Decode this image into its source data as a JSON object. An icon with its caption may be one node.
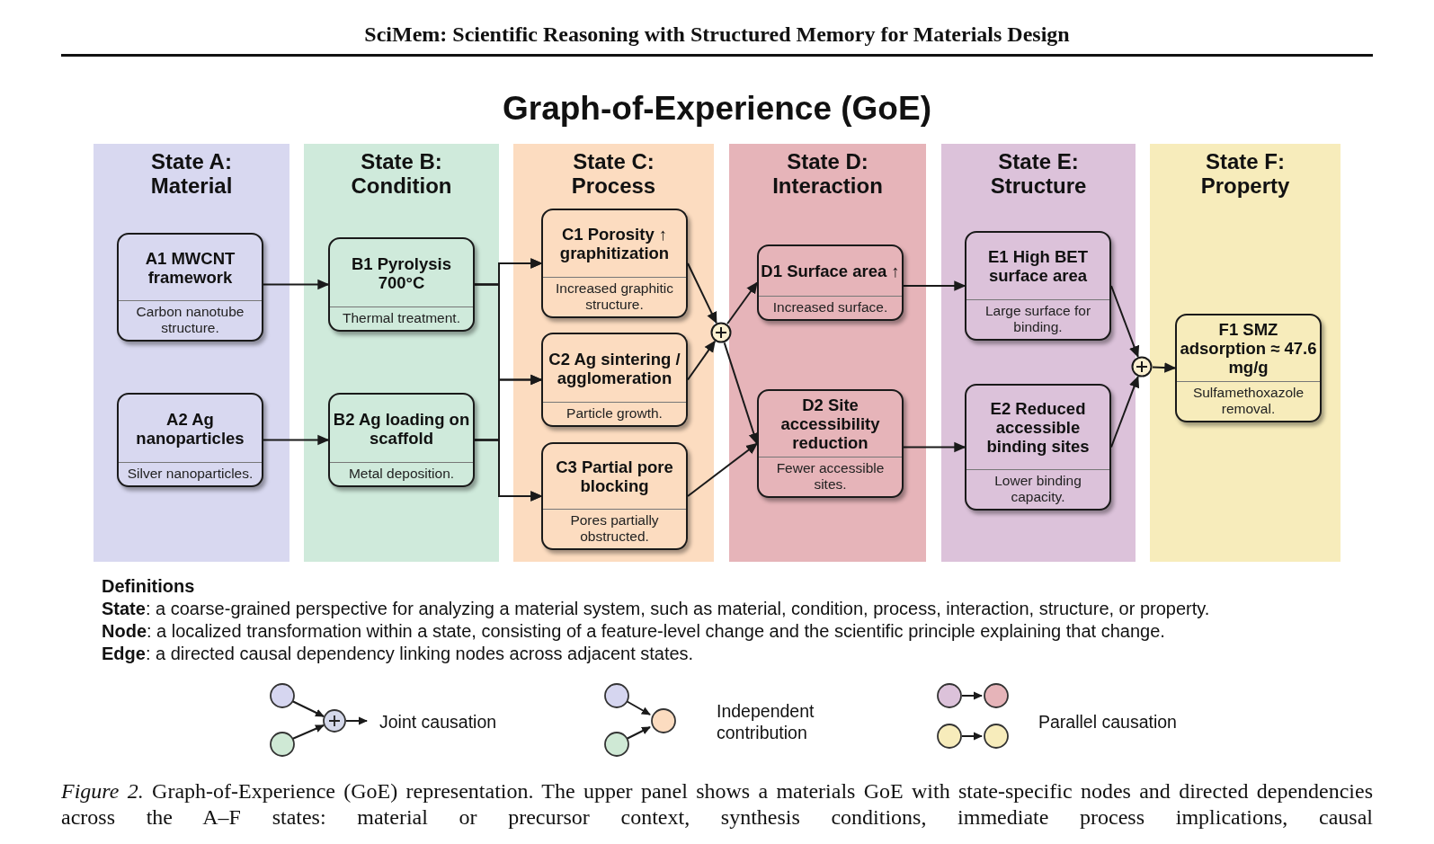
{
  "diagram": {
    "title": "Graph-of-Experience (GoE)",
    "caption": "*Figure 2.* Graph-of-Experience (GoE) representation. The upper panel shows a materials GoE with state-specific nodes and directed dependencies across the A–F states: material or precursor context, synthesis conditions, immediate process implications, causal",
    "nodes": [
      {
        "text": [
          "State A: Material"
        ]
      },
      {
        "text": [
          "State B: Condition"
        ]
      },
      {
        "text": [
          "State C: Process"
        ]
      },
      {
        "text": [
          "State D: Interaction"
        ]
      },
      {
        "text": [
          "State E: Structure"
        ]
      },
      {
        "text": [
          "State F: Property"
        ]
      },
      {
        "text": [
          "A1 MWCNT framework",
          "Carbon nanotube structure."
        ],
        "in": 0
      },
      {
        "text": [
          "A2 Ag nanoparticles",
          "Silver nanoparticles."
        ],
        "in": 0
      },
      {
        "text": [
          "B1 Pyrolysis 700°C",
          "Thermal treatment."
        ],
        "in": 1
      },
      {
        "text": [
          "B2 Ag loading on scaffold",
          "Metal deposition."
        ],
        "in": 1
      },
      {
        "text": [
          "C1 Porosity ↑ graphitization",
          "Increased graphitic structure."
        ],
        "in": 2
      },
      {
        "text": [
          "C2 Ag sintering / agglomeration",
          "Particle growth."
        ],
        "in": 2
      },
      {
        "text": [
          "C3 Partial pore blocking",
          "Pores partially obstructed."
        ],
        "in": 2
      },
      {
        "text": [],
        "shape": "circle"
      },
      {
        "text": [
          "D1 Surface area ↑",
          "Increased surface."
        ],
        "in": 3
      },
      {
        "text": [
          "D2 Site accessibility reduction",
          "Fewer accessible sites."
        ],
        "in": 3
      },
      {
        "text": [
          "E1 High BET surface area",
          "Large surface for binding."
        ],
        "in": 4
      },
      {
        "text": [
          "E2 Reduced accessible binding sites",
          "Lower binding capacity."
        ],
        "in": 4
      },
      {
        "text": [],
        "shape": "circle"
      },
      {
        "text": [
          "F1 SMZ adsorption ≈ 47.6 mg/g",
          "Sulfamethoxazole removal."
        ],
        "in": 5
      }
    ],
    "edges": [
      {
        "from": 6,
        "to": 8,
        "arrow": "to"
      },
      {
        "from": 7,
        "to": 9,
        "arrow": "to"
      },
      {
        "from": 8,
        "to": 10,
        "arrow": "to"
      },
      {
        "from": 8,
        "to": 11,
        "arrow": "to"
      },
      {
        "from": 8,
        "to": 12,
        "arrow": "to"
      },
      {
        "from": 9,
        "to": 10,
        "arrow": "to"
      },
      {
        "from": 9,
        "to": 11,
        "arrow": "to"
      },
      {
        "from": 9,
        "to": 12,
        "arrow": "to"
      },
      {
        "from": 10,
        "to": 13,
        "arrow": "to"
      },
      {
        "from": 11,
        "to": 13,
        "arrow": "to"
      },
      {
        "from": 13,
        "to": 14,
        "arrow": "to"
      },
      {
        "from": 13,
        "to": 15,
        "arrow": "to"
      },
      {
        "from": 12,
        "to": 15,
        "arrow": "to"
      },
      {
        "from": 14,
        "to": 16,
        "arrow": "to"
      },
      {
        "from": 15,
        "to": 17,
        "arrow": "to"
      },
      {
        "from": 16,
        "to": 18,
        "arrow": "to"
      },
      {
        "from": 17,
        "to": 18,
        "arrow": "to"
      },
      {
        "from": 18,
        "to": 19,
        "arrow": "to"
      }
    ],
    "labels": [
      "SciMem: Scientific Reasoning with Structured Memory for Materials Design",
      "Definitions",
      "**State**: a coarse-grained perspective for analyzing a material system, such as material, condition, process, interaction, structure, or property.",
      "**Node**: a localized transformation within a state, consisting of a feature-level change and the scientific principle explaining that change.",
      "**Edge**: a directed causal dependency linking nodes across adjacent states."
    ],
    "legend": [
      {
        "text": "Joint causation"
      },
      {
        "text": "Independent contribution"
      },
      {
        "text": "Parallel causation"
      }
    ]
  }
}
